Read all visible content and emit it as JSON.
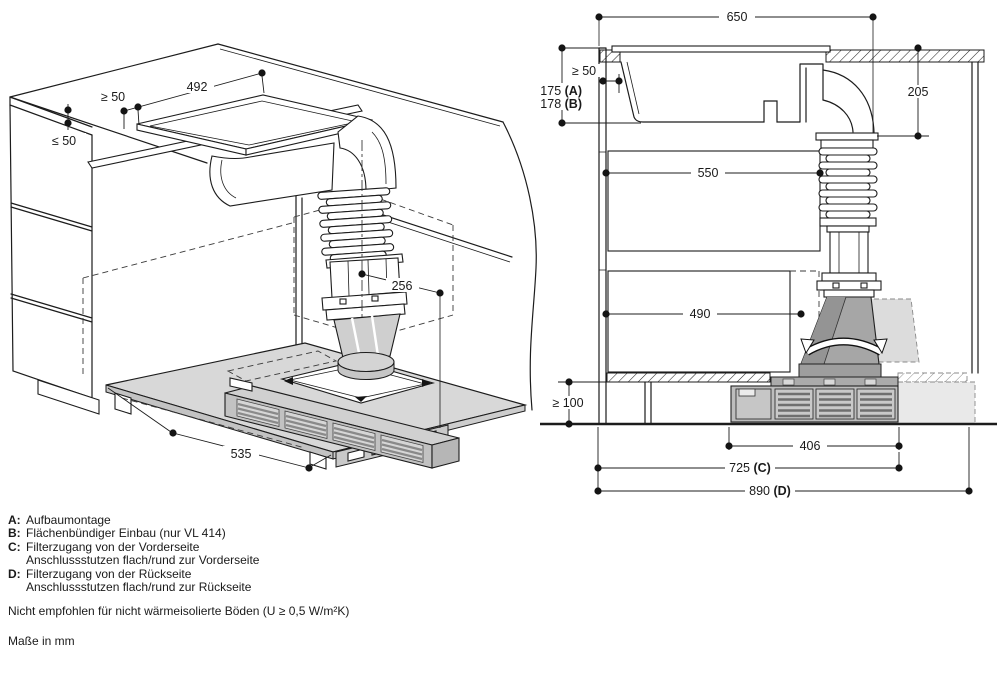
{
  "left_view": {
    "dims": {
      "clearance_wall": "≥ 50",
      "cutout_length": "492",
      "overhang": "≤ 50",
      "duct_clearance": "256",
      "plate_depth": "535"
    }
  },
  "right_view": {
    "dims": {
      "niche_width": "650",
      "clearance_left": "≥ 50",
      "depth_a_num": "175 ",
      "depth_a_ref": "(A)",
      "depth_b_num": "178 ",
      "depth_b_ref": "(B)",
      "elbow_depth": "205",
      "clearance_mid": "550",
      "clearance_low": "490",
      "plinth_height": "≥ 100",
      "blower_width": "406",
      "depth_c_num": "725 ",
      "depth_c_ref": "(C)",
      "depth_d_num": "890 ",
      "depth_d_ref": "(D)"
    }
  },
  "legend": {
    "items": [
      {
        "key": "A:",
        "text": "Aufbaumontage"
      },
      {
        "key": "B:",
        "text": "Flächenbündiger Einbau (nur VL 414)"
      },
      {
        "key": "C:",
        "text": "Filterzugang von der Vorderseite",
        "text2": "Anschlussstutzen flach/rund zur Vorderseite"
      },
      {
        "key": "D:",
        "text": "Filterzugang von der Rückseite",
        "text2": "Anschlussstutzen flach/rund zur Rückseite"
      }
    ],
    "note": "Nicht empfohlen für nicht wärmeisolierte Böden (U ≥ 0,5 W/m²K)",
    "units": "Maße in mm"
  }
}
